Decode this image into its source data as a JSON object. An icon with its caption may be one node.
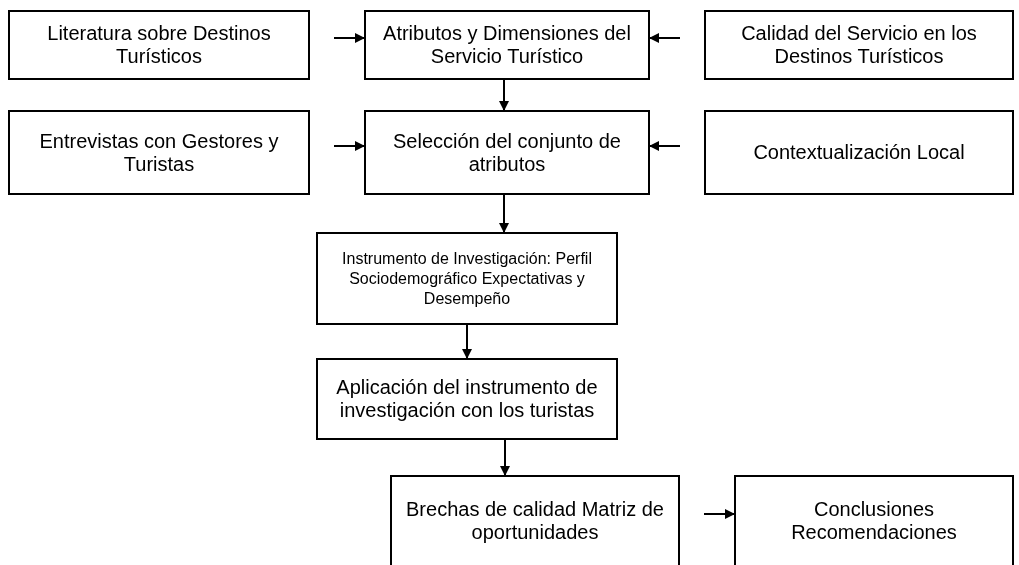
{
  "diagram": {
    "nodes": [
      {
        "text": [
          "Literatura sobre Destinos Turísticos"
        ]
      },
      {
        "text": [
          "Atributos y Dimensiones del Servicio Turístico"
        ]
      },
      {
        "text": [
          "Calidad del Servicio en los Destinos Turísticos"
        ]
      },
      {
        "text": [
          "Entrevistas con Gestores y Turistas"
        ]
      },
      {
        "text": [
          "Selección del conjunto de atributos"
        ]
      },
      {
        "text": [
          "Contextualización Local"
        ]
      },
      {
        "text": [
          "Instrumento de Investigación: Perfil Sociodemográfico Expectativas y Desempeño"
        ]
      },
      {
        "text": [
          "Aplicación del instrumento de investigación con los turistas"
        ]
      },
      {
        "text": [
          "Brechas de calidad Matriz de oportunidades"
        ]
      },
      {
        "text": [
          "Conclusiones Recomendaciones"
        ]
      }
    ],
    "edges": [
      {
        "from": 0,
        "to": 1,
        "arrow": "to"
      },
      {
        "from": 2,
        "to": 1,
        "arrow": "to"
      },
      {
        "from": 1,
        "to": 4,
        "arrow": "to"
      },
      {
        "from": 3,
        "to": 4,
        "arrow": "to"
      },
      {
        "from": 5,
        "to": 4,
        "arrow": "to"
      },
      {
        "from": 4,
        "to": 6,
        "arrow": "to"
      },
      {
        "from": 6,
        "to": 7,
        "arrow": "to"
      },
      {
        "from": 7,
        "to": 8,
        "arrow": "to"
      },
      {
        "from": 8,
        "to": 9,
        "arrow": "to"
      }
    ]
  }
}
